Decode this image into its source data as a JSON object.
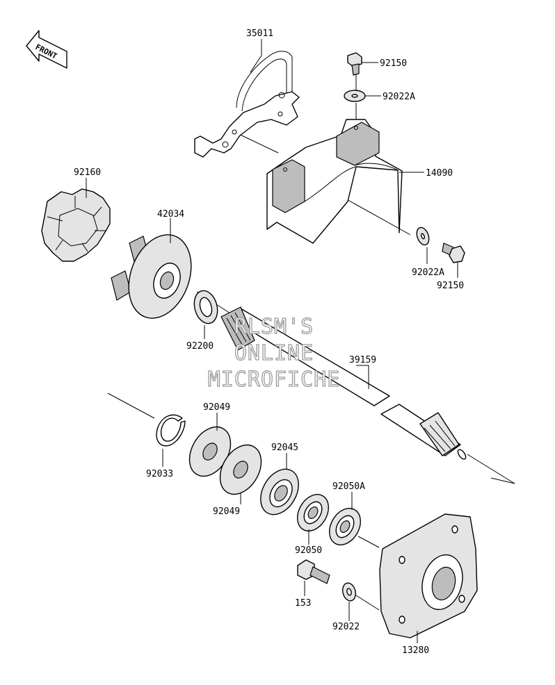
{
  "front_badge": "FRONT",
  "watermark": [
    "RLSM'S",
    "ONLINE",
    "MICROFICHE"
  ],
  "parts": {
    "p35011": "35011",
    "p92150_top": "92150",
    "p92022A_top": "92022A",
    "p14090": "14090",
    "p92160": "92160",
    "p42034": "42034",
    "p92022A_bottom": "92022A",
    "p92150_bottom": "92150",
    "p92200": "92200",
    "p39159": "39159",
    "p92049_top": "92049",
    "p92033": "92033",
    "p92045": "92045",
    "p92049_bottom": "92049",
    "p92050A": "92050A",
    "p92050": "92050",
    "p153": "153",
    "p92022": "92022",
    "p13280": "13280"
  }
}
